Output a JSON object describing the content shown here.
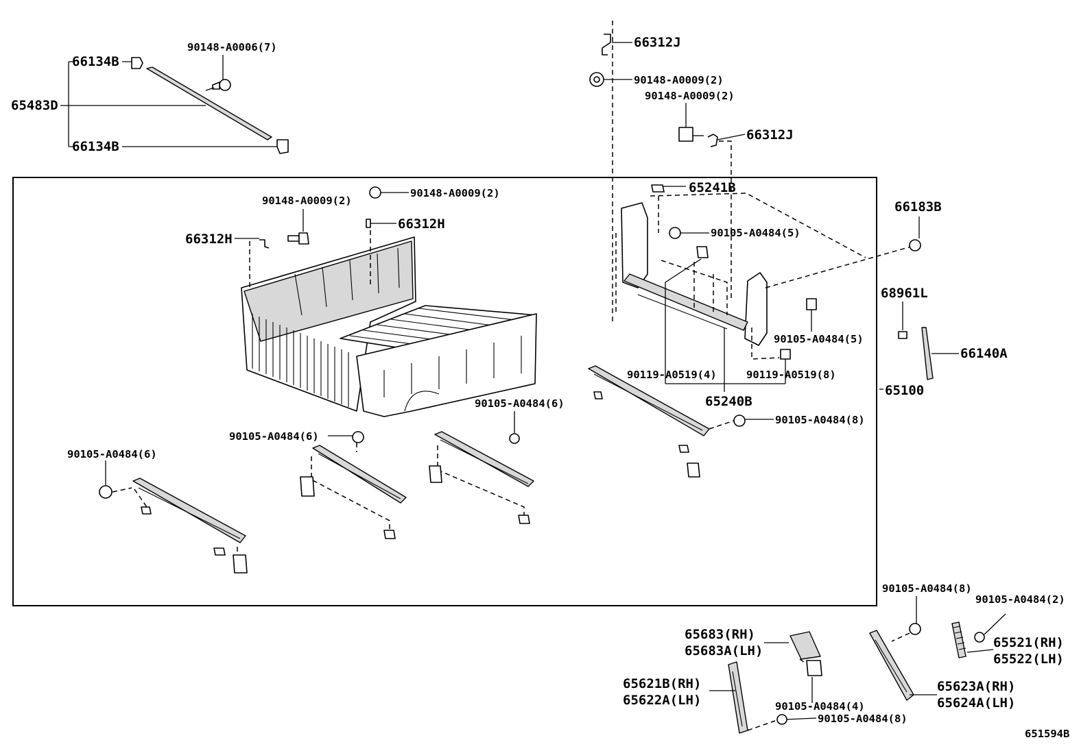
{
  "labels": {
    "l_66134B_top": "66134B",
    "l_65483D": "65483D",
    "l_66134B_bot": "66134B",
    "l_90148_A0006": "90148-A0006(7)",
    "l_66312J_top": "66312J",
    "l_90148_A0009_a": "90148-A0009(2)",
    "l_90148_A0009_b": "90148-A0009(2)",
    "l_66312J_mid": "66312J",
    "l_65241B": "65241B",
    "l_90148_A0009_c": "90148-A0009(2)",
    "l_90148_A0009_d": "90148-A0009(2)",
    "l_66312H_left": "66312H",
    "l_66312H_mid": "66312H",
    "l_90105_A0484_5a": "90105-A0484(5)",
    "l_66183B": "66183B",
    "l_68961L": "68961L",
    "l_90105_A0484_5b": "90105-A0484(5)",
    "l_66140A": "66140A",
    "l_90119_A0519_4": "90119-A0519(4)",
    "l_90119_A0519_8": "90119-A0519(8)",
    "l_65240B": "65240B",
    "l_65100": "65100",
    "l_90105_A0484_6a": "90105-A0484(6)",
    "l_90105_A0484_8a": "90105-A0484(8)",
    "l_90105_A0484_6b": "90105-A0484(6)",
    "l_90105_A0484_6c": "90105-A0484(6)",
    "l_90105_A0484_8b": "90105-A0484(8)",
    "l_90105_A0484_2": "90105-A0484(2)",
    "l_65683RH": "65683(RH)",
    "l_65683ALH": "65683A(LH)",
    "l_65521RH": "65521(RH)",
    "l_65522LH": "65522(LH)",
    "l_65621BRH": "65621B(RH)",
    "l_65622ALH": "65622A(LH)",
    "l_65623ARH": "65623A(RH)",
    "l_65624ALH": "65624A(LH)",
    "l_90105_A0484_4": "90105-A0484(4)",
    "l_90105_A0484_8c": "90105-A0484(8)",
    "l_drawing_no": "651594B"
  }
}
